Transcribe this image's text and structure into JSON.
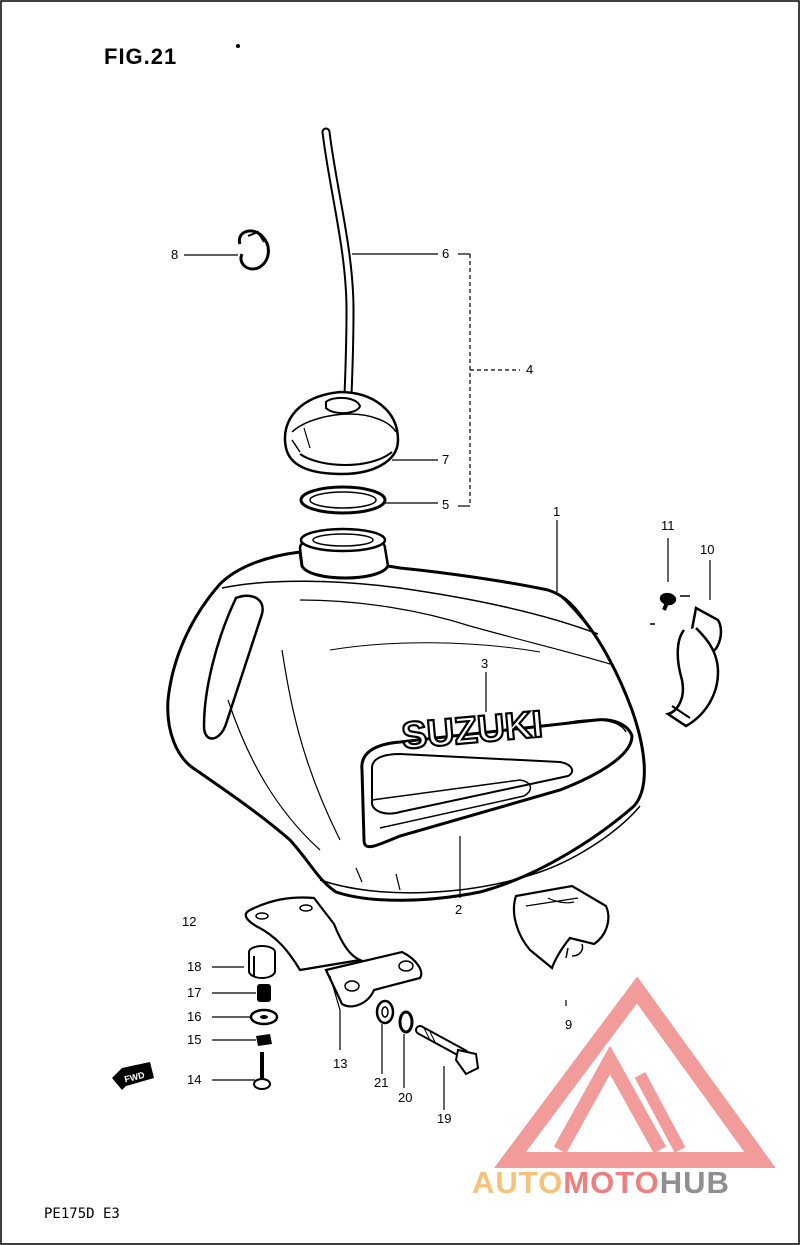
{
  "figure": {
    "title": "FIG.21",
    "model_code": "PE175D E3"
  },
  "tank_logo": "SUZUKI",
  "fwd_marker": "FWD",
  "callouts": [
    {
      "id": "1",
      "label": "1"
    },
    {
      "id": "2",
      "label": "2"
    },
    {
      "id": "3",
      "label": "3"
    },
    {
      "id": "4",
      "label": "4"
    },
    {
      "id": "5",
      "label": "5"
    },
    {
      "id": "6",
      "label": "6"
    },
    {
      "id": "7",
      "label": "7"
    },
    {
      "id": "8",
      "label": "8"
    },
    {
      "id": "9",
      "label": "9"
    },
    {
      "id": "10",
      "label": "10"
    },
    {
      "id": "11",
      "label": "11"
    },
    {
      "id": "12",
      "label": "12"
    },
    {
      "id": "13",
      "label": "13"
    },
    {
      "id": "14",
      "label": "14"
    },
    {
      "id": "15",
      "label": "15"
    },
    {
      "id": "16",
      "label": "16"
    },
    {
      "id": "17",
      "label": "17"
    },
    {
      "id": "18",
      "label": "18"
    },
    {
      "id": "19",
      "label": "19"
    },
    {
      "id": "20",
      "label": "20"
    },
    {
      "id": "21",
      "label": "21"
    }
  ],
  "watermark": {
    "part1": "AUTO",
    "part2": "MOTO",
    "part3": "HUB",
    "colors": {
      "auto": "#f6c27a",
      "moto": "#ef7f7f",
      "hub": "#8f8f8f",
      "logo": "#f08a8a"
    }
  }
}
